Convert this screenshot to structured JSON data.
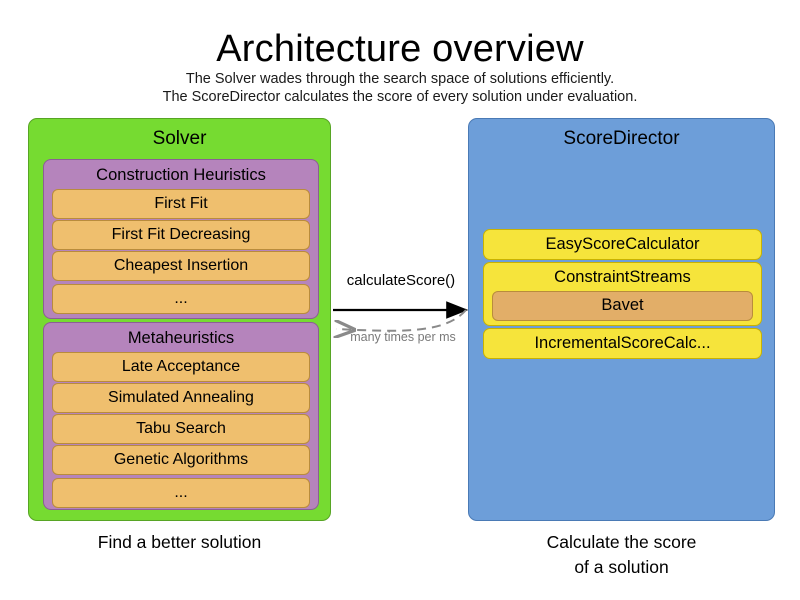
{
  "header": {
    "title": "Architecture overview",
    "subtitle_line1": "The Solver wades through the search space of solutions efficiently.",
    "subtitle_line2": "The ScoreDirector calculates the score of every solution under evaluation."
  },
  "colors": {
    "solver_panel": "#76DB31",
    "scoredirector_panel": "#6D9ED9",
    "group_purple": "#B584BC",
    "item_orange": "#EFBF6E",
    "calculator_yellow": "#F6E43B",
    "nested_orange": "#E2AE68",
    "return_arrow_gray": "#7a7a7a"
  },
  "solver": {
    "title": "Solver",
    "caption": "Find a better solution",
    "groups": [
      {
        "title": "Construction Heuristics",
        "items": [
          {
            "label": "First Fit"
          },
          {
            "label": "First Fit Decreasing"
          },
          {
            "label": "Cheapest Insertion"
          },
          {
            "label": "..."
          }
        ]
      },
      {
        "title": "Metaheuristics",
        "items": [
          {
            "label": "Late Acceptance"
          },
          {
            "label": "Simulated Annealing"
          },
          {
            "label": "Tabu Search"
          },
          {
            "label": "Genetic Algorithms"
          },
          {
            "label": "..."
          }
        ]
      }
    ]
  },
  "score_director": {
    "title": "ScoreDirector",
    "caption_line1": "Calculate the score",
    "caption_line2": "of a solution",
    "calculators": [
      {
        "label": "EasyScoreCalculator",
        "nested": null
      },
      {
        "label": "ConstraintStreams",
        "nested": "Bavet"
      },
      {
        "label": "IncrementalScoreCalc...",
        "nested": null
      }
    ]
  },
  "arrows": {
    "call_label": "calculateScore()",
    "return_label": "many times per ms"
  }
}
